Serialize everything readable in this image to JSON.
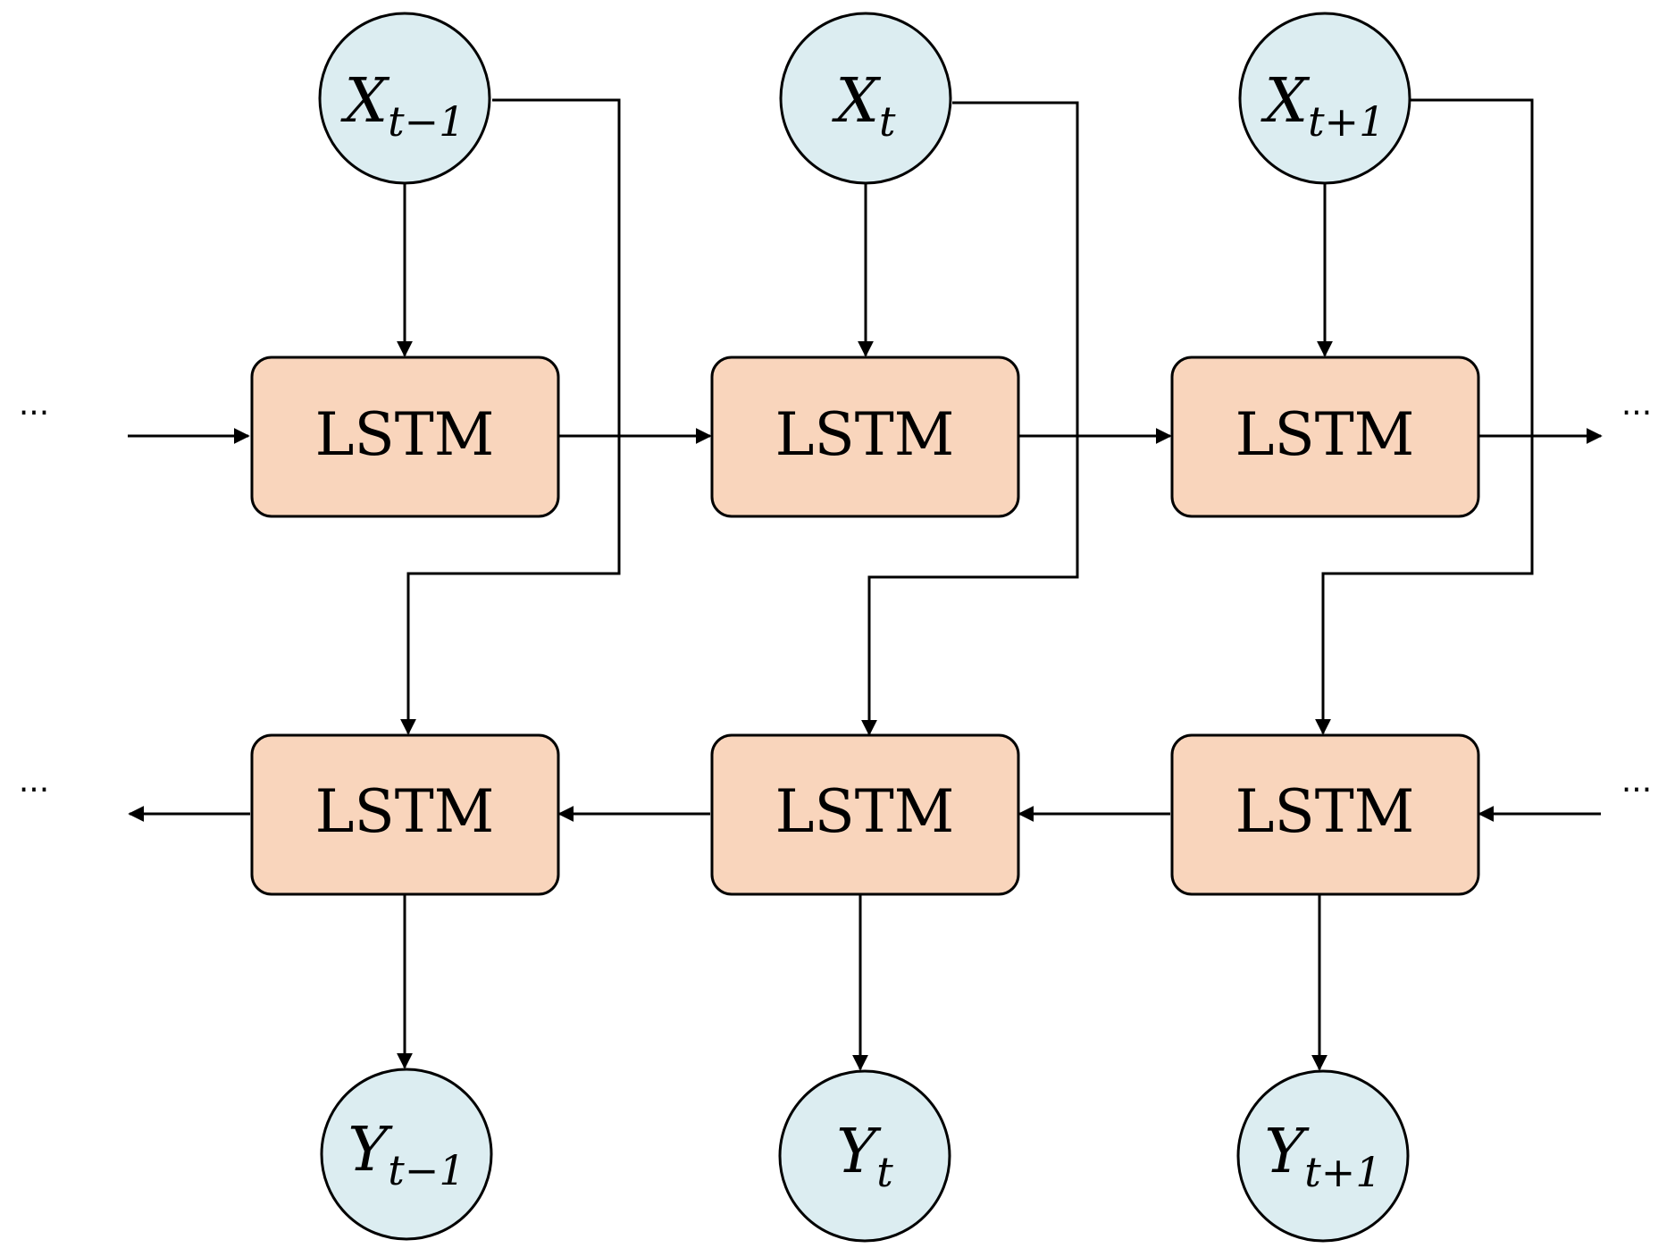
{
  "colors": {
    "node_fill": "#dcedf1",
    "lstm_fill": "#f9d5bc",
    "stroke": "#000000"
  },
  "lstm_label": "LSTM",
  "ellipsis": "···",
  "inputs": [
    {
      "main": "X",
      "sub": "t−1"
    },
    {
      "main": "X",
      "sub": "t"
    },
    {
      "main": "X",
      "sub": "t+1"
    }
  ],
  "outputs": [
    {
      "main": "Y",
      "sub": "t−1"
    },
    {
      "main": "Y",
      "sub": "t"
    },
    {
      "main": "Y",
      "sub": "t+1"
    }
  ]
}
